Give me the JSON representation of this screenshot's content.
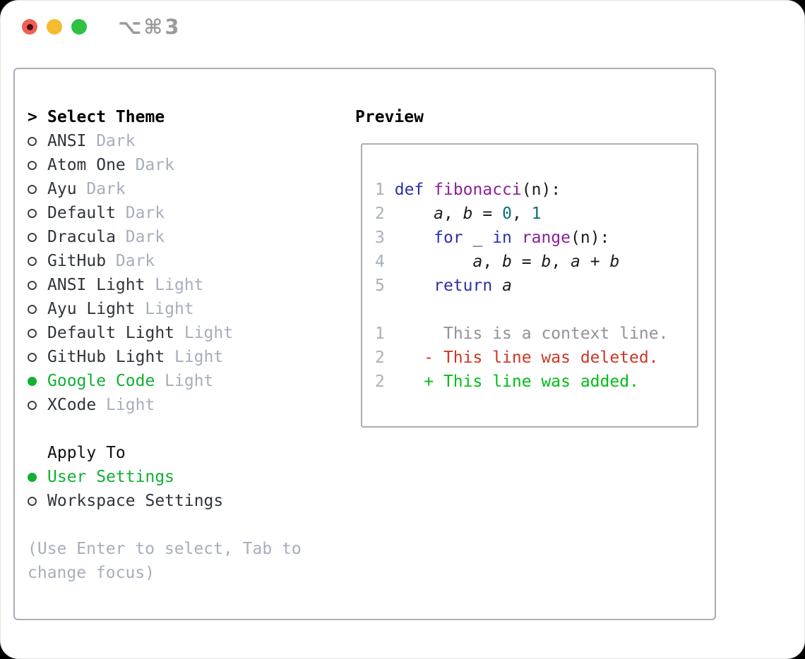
{
  "titlebar": {
    "shortcut": "⌥⌘3"
  },
  "theme_panel": {
    "header": {
      "prefix": ">",
      "label": "Select Theme"
    },
    "themes": [
      {
        "name": "ANSI",
        "variant": "Dark",
        "selected": false
      },
      {
        "name": "Atom One",
        "variant": "Dark",
        "selected": false
      },
      {
        "name": "Ayu",
        "variant": "Dark",
        "selected": false
      },
      {
        "name": "Default",
        "variant": "Dark",
        "selected": false
      },
      {
        "name": "Dracula",
        "variant": "Dark",
        "selected": false
      },
      {
        "name": "GitHub",
        "variant": "Dark",
        "selected": false
      },
      {
        "name": "ANSI Light",
        "variant": "Light",
        "selected": false
      },
      {
        "name": "Ayu Light",
        "variant": "Light",
        "selected": false
      },
      {
        "name": "Default Light",
        "variant": "Light",
        "selected": false
      },
      {
        "name": "GitHub Light",
        "variant": "Light",
        "selected": false
      },
      {
        "name": "Google Code",
        "variant": "Light",
        "selected": true
      },
      {
        "name": "XCode",
        "variant": "Light",
        "selected": false
      }
    ],
    "apply_to": {
      "label": "Apply To",
      "options": [
        {
          "name": "User Settings",
          "selected": true
        },
        {
          "name": "Workspace Settings",
          "selected": false
        }
      ]
    },
    "help_lines": [
      "(Use Enter to select, Tab to",
      "change focus)"
    ]
  },
  "preview": {
    "label": "Preview",
    "lines": [
      {
        "num": "1",
        "tokens": [
          {
            "t": "def",
            "c": "kw"
          },
          {
            "t": " ",
            "c": "pln"
          },
          {
            "t": "fibonacci",
            "c": "fn"
          },
          {
            "t": "(n):",
            "c": "pln"
          }
        ]
      },
      {
        "num": "2",
        "tokens": [
          {
            "t": "    ",
            "c": "pln"
          },
          {
            "t": "a",
            "c": "id"
          },
          {
            "t": ", ",
            "c": "pln"
          },
          {
            "t": "b",
            "c": "id"
          },
          {
            "t": " = ",
            "c": "pln"
          },
          {
            "t": "0",
            "c": "num"
          },
          {
            "t": ", ",
            "c": "pln"
          },
          {
            "t": "1",
            "c": "num"
          }
        ]
      },
      {
        "num": "3",
        "tokens": [
          {
            "t": "    ",
            "c": "pln"
          },
          {
            "t": "for",
            "c": "kw"
          },
          {
            "t": " _ ",
            "c": "pln"
          },
          {
            "t": "in",
            "c": "kw"
          },
          {
            "t": " ",
            "c": "pln"
          },
          {
            "t": "range",
            "c": "fn"
          },
          {
            "t": "(n):",
            "c": "pln"
          }
        ]
      },
      {
        "num": "4",
        "tokens": [
          {
            "t": "        ",
            "c": "pln"
          },
          {
            "t": "a",
            "c": "id"
          },
          {
            "t": ", ",
            "c": "pln"
          },
          {
            "t": "b",
            "c": "id"
          },
          {
            "t": " = ",
            "c": "pln"
          },
          {
            "t": "b",
            "c": "id"
          },
          {
            "t": ", ",
            "c": "pln"
          },
          {
            "t": "a",
            "c": "id"
          },
          {
            "t": " + ",
            "c": "pln"
          },
          {
            "t": "b",
            "c": "id"
          }
        ]
      },
      {
        "num": "5",
        "tokens": [
          {
            "t": "    ",
            "c": "pln"
          },
          {
            "t": "return",
            "c": "kw"
          },
          {
            "t": " ",
            "c": "pln"
          },
          {
            "t": "a",
            "c": "id"
          }
        ]
      },
      {
        "num": "",
        "tokens": []
      },
      {
        "num": "1",
        "tokens": [
          {
            "t": "     ",
            "c": "pln"
          },
          {
            "t": "This is a context line.",
            "c": "ctx"
          }
        ]
      },
      {
        "num": "2",
        "tokens": [
          {
            "t": "   ",
            "c": "pln"
          },
          {
            "t": "- This line was deleted.",
            "c": "del"
          }
        ]
      },
      {
        "num": "2",
        "tokens": [
          {
            "t": "   ",
            "c": "pln"
          },
          {
            "t": "+ This line was added.",
            "c": "add"
          }
        ]
      }
    ]
  },
  "colors": {
    "selection_green": "#10b034",
    "keyword_blue": "#2a31a8",
    "function_purple": "#8b2196",
    "number_teal": "#0e6e74",
    "diff_added_green": "#00bd15",
    "diff_deleted_red": "#cd3524",
    "diff_context_gray": "#8f9399",
    "line_number_gray": "#a8b0bd",
    "muted_gray": "#a6aebc",
    "traffic_red": "#f05f57",
    "traffic_yellow": "#f5bb31",
    "traffic_green": "#30c144"
  }
}
